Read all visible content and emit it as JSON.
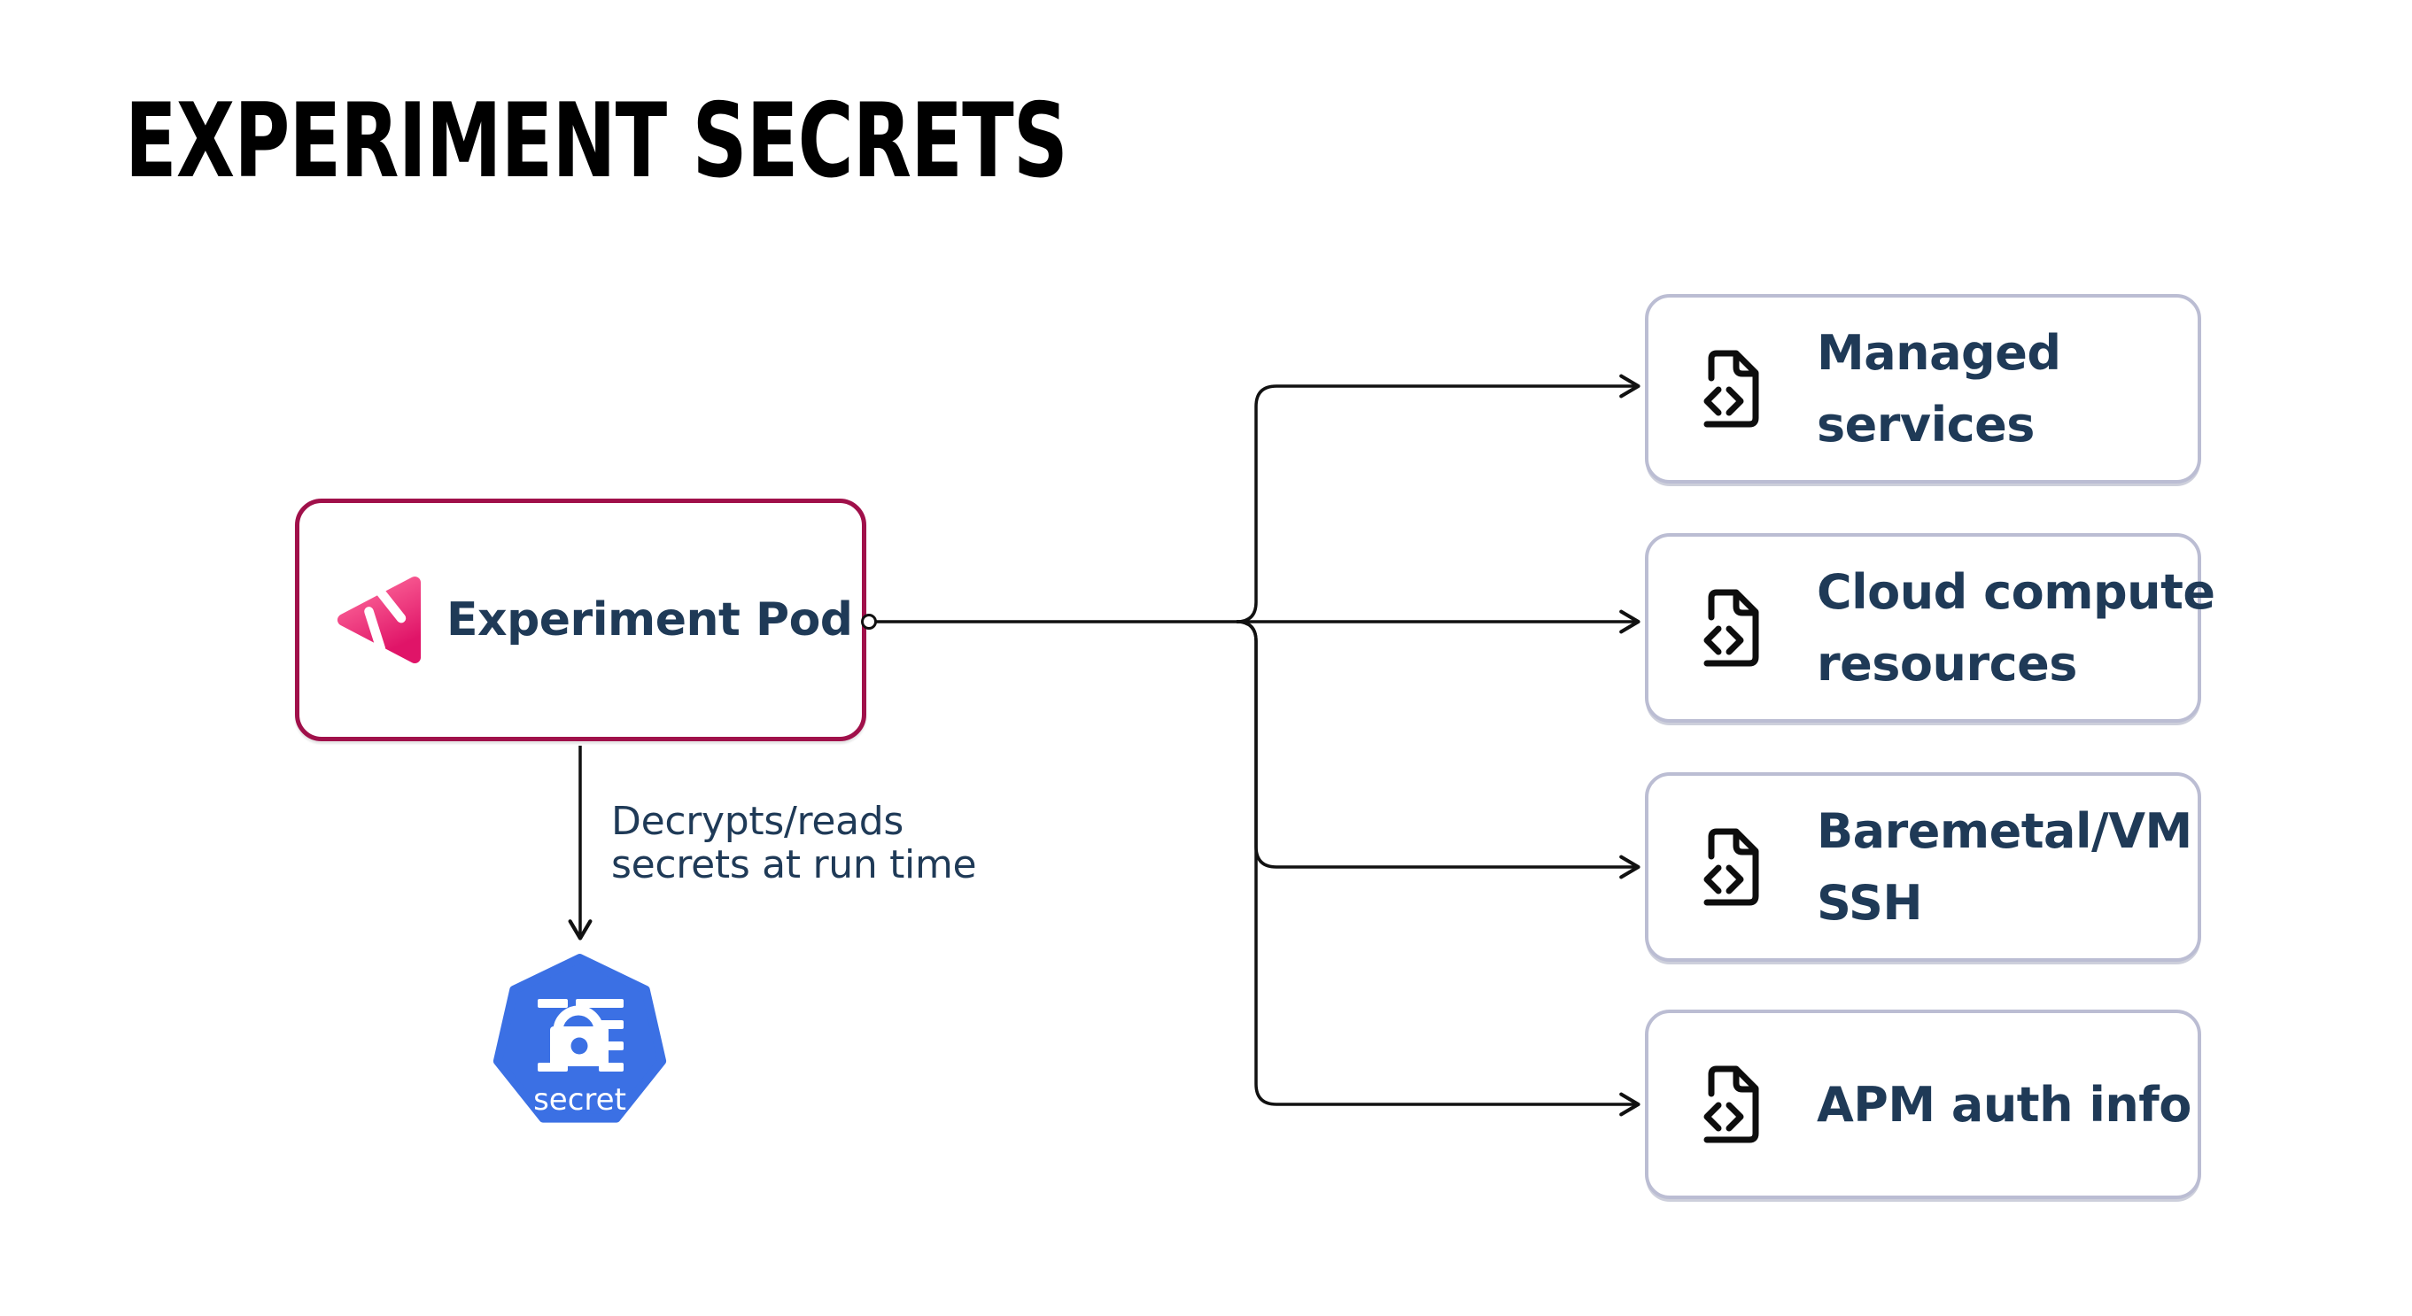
{
  "title": "EXPERIMENT SECRETS",
  "pod": {
    "label": "Experiment Pod",
    "icon": "litmus-chaos-logo"
  },
  "decrypt_note": "Decrypts/reads\nsecrets at run time",
  "secret": {
    "label": "secret",
    "icon": "kubernetes-secret-lock"
  },
  "targets": [
    {
      "label": "Managed\nservices",
      "icon": "file-code"
    },
    {
      "label": "Cloud compute\nresources",
      "icon": "file-code"
    },
    {
      "label": "Baremetal/VM\nSSH",
      "icon": "file-code"
    },
    {
      "label": "APM auth info",
      "icon": "file-code"
    }
  ],
  "colors": {
    "background": "#FFFFFF",
    "title_text": "#000000",
    "navy_text": "#1F3A57",
    "pod_border": "#A0104A",
    "target_border": "#BBBDD3",
    "secret_blue": "#3B70E4",
    "arrow": "#111111",
    "litmus_pink_light": "#FF6F9E",
    "litmus_pink_dark": "#E01468"
  }
}
